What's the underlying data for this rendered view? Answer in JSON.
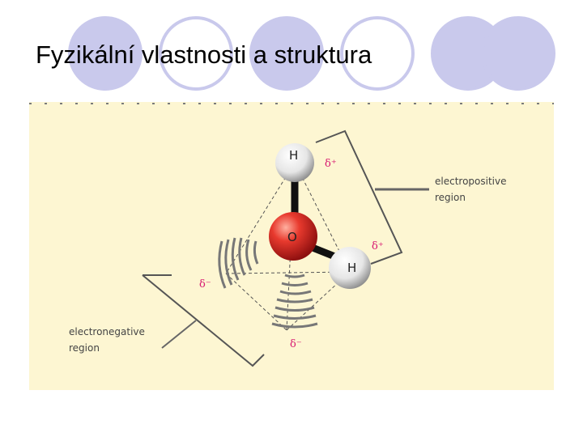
{
  "slide": {
    "title": "Fyzikální vlastnosti a struktura"
  },
  "colors": {
    "circle_fill": "#c9c9ec",
    "circle_stroke": "#ffffff",
    "figure_background": "#fdf6d2",
    "oxygen": "#e03030",
    "hydrogen": "#f2f2f2",
    "charge_label": "#d81b72"
  },
  "diagram": {
    "atoms": {
      "oxygen": "O",
      "hydrogen_top": "H",
      "hydrogen_right": "H"
    },
    "charges": {
      "top_hydrogen": "δ⁺",
      "right_hydrogen": "δ⁺",
      "left_lone_pair": "δ⁻",
      "bottom_lone_pair": "δ⁻"
    },
    "labels": {
      "electropositive_line1": "electropositive",
      "electropositive_line2": "region",
      "electronegative_line1": "electronegative",
      "electronegative_line2": "region"
    }
  }
}
